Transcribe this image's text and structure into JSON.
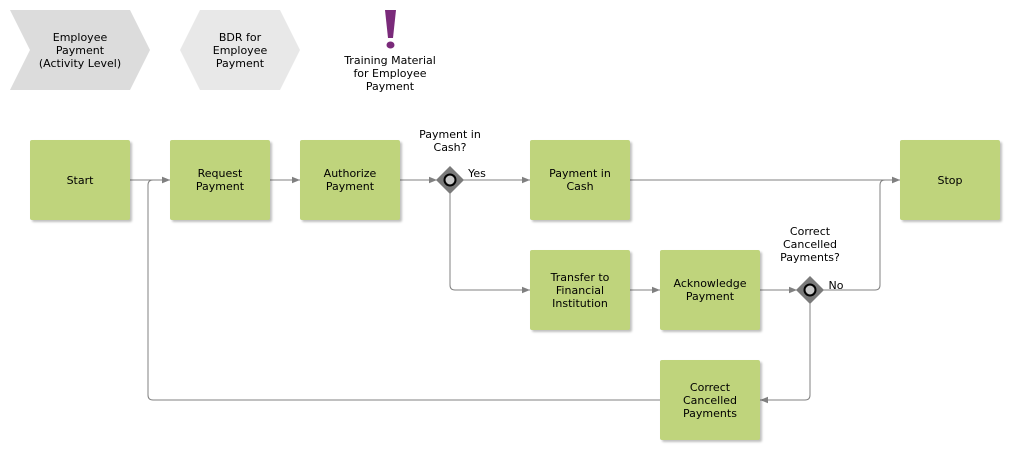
{
  "colors": {
    "function_fill": "#bfd47c",
    "process_interface_fill": "#dcdcdc",
    "process_interface_fill_light": "#e8e8e8",
    "connector": "#808080",
    "gateway": "#7a7a7a",
    "information_icon": "#7a2a7a"
  },
  "header": {
    "interface_1": "Employee\nPayment\n(Activity Level)",
    "interface_2": "BDR for\nEmployee\nPayment",
    "information": "Training Material\nfor Employee\nPayment"
  },
  "nodes": {
    "start": "Start",
    "request": "Request\nPayment",
    "authorize": "Authorize\nPayment",
    "cash": "Payment in\nCash",
    "stop": "Stop",
    "transfer": "Transfer to\nFinancial\nInstitution",
    "acknowledge": "Acknowledge\nPayment",
    "correct": "Correct\nCancelled\nPayments"
  },
  "gateways": {
    "cash_question": "Payment in\nCash?",
    "cash_yes": "Yes",
    "correct_question": "Correct\nCancelled\nPayments?",
    "correct_no": "No"
  }
}
